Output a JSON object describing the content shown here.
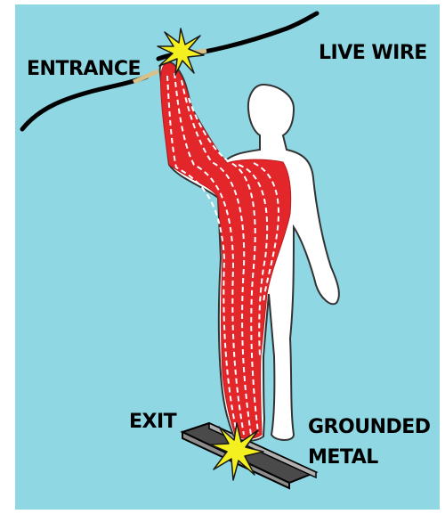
{
  "colors": {
    "background": "#8fd7e3",
    "frame": "#ffffff",
    "body_fill": "#ffffff",
    "body_outline": "#333333",
    "current_path": "#e3262a",
    "current_dash": "#ffffff",
    "spark": "#f4ef1e",
    "insulation": "#d8c08a",
    "rail": "#6e6e6e"
  },
  "labels": {
    "entrance": "ENTRANCE",
    "live_wire": "LIVE WIRE",
    "exit": "EXIT",
    "grounded_line1": "GROUNDED",
    "grounded_line2": "METAL"
  }
}
